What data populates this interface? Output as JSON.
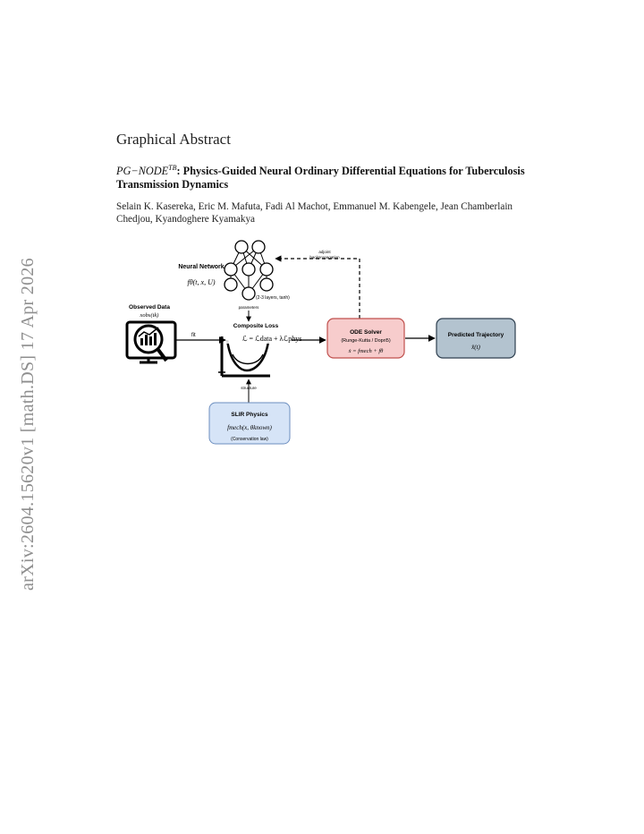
{
  "arxiv_stamp": "arXiv:2604.15620v1  [math.DS]  17 Apr 2026",
  "heading": "Graphical Abstract",
  "title": {
    "prefix": "PG−NODE",
    "superscript": "TB",
    "main": ": Physics-Guided Neural Ordinary Differential Equations for Tuberculosis Transmission Dynamics"
  },
  "authors": "Selain K. Kasereka, Eric M. Mafuta, Fadi Al Machot, Emmanuel M. Kabengele, Jean Chamberlain Chedjou, Kyandoghere Kyamakya",
  "figure": {
    "neural_network": {
      "label": "Neural Network",
      "formula": "fθ(t, x, U)",
      "layers_note": "(2-3 layers, tanh)"
    },
    "adjoint_label_1": "adjoint",
    "adjoint_label_2": "backpropagation",
    "parameters_label": "parameters",
    "observed": {
      "label": "Observed Data",
      "formula": "xobs(tk)"
    },
    "fit_label": "fit",
    "composite_loss": {
      "label": "Composite Loss",
      "formula": "ℒ = ℒdata + λℒphys"
    },
    "structure_label": "structure",
    "sliR": {
      "label": "SLIR Physics",
      "formula": "fmech(x, θknown)",
      "note": "(Conservation law)"
    },
    "ode_solver": {
      "label": "ODE Solver",
      "subtitle": "(Runge-Kutta / Dopri5)",
      "formula": "ẋ = fmech + fθ"
    },
    "predicted": {
      "label": "Predicted Trajectory",
      "formula": "x̂(t)"
    },
    "colors": {
      "ode_fill": "#f7cccc",
      "ode_stroke": "#c0504d",
      "pred_fill": "#b3c3cf",
      "pred_stroke": "#2e3f4f",
      "sliR_fill": "#d6e4f7",
      "sliR_stroke": "#6c8ebf"
    }
  }
}
